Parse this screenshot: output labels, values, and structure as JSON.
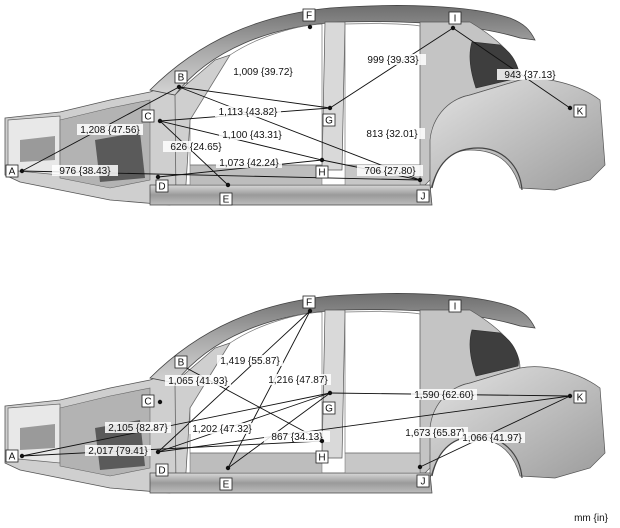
{
  "unit_label": "mm {in}",
  "points": [
    "A",
    "B",
    "C",
    "D",
    "E",
    "F",
    "G",
    "H",
    "I",
    "J",
    "K"
  ],
  "top_view": {
    "dimensions": [
      {
        "id": "A-B",
        "text": "1,208 {47.56}"
      },
      {
        "id": "A-J",
        "text": "976 {38.43}"
      },
      {
        "id": "B-G",
        "text": "1,009 {39.72}"
      },
      {
        "id": "C-G",
        "text": "1,113 {43.82}"
      },
      {
        "id": "C-H",
        "text": "1,100 {43.31}"
      },
      {
        "id": "C-E",
        "text": "626 {24.65}"
      },
      {
        "id": "D-H",
        "text": "1,073 {42.24}"
      },
      {
        "id": "G-I",
        "text": "999 {39.33}"
      },
      {
        "id": "B-J",
        "text": "813 {32.01}"
      },
      {
        "id": "H-J",
        "text": "706 {27.80}"
      },
      {
        "id": "I-K",
        "text": "943 {37.13}"
      }
    ]
  },
  "bottom_view": {
    "dimensions": [
      {
        "id": "D-F",
        "text": "1,419 {55.87}"
      },
      {
        "id": "B-H",
        "text": "1,065 {41.93}"
      },
      {
        "id": "E-F",
        "text": "1,216 {47.87}"
      },
      {
        "id": "E-G",
        "text": "1,202 {47.32}"
      },
      {
        "id": "D-G",
        "text": "867 {34.13}"
      },
      {
        "id": "A-G",
        "text": "2,105 {82.87}"
      },
      {
        "id": "A-H",
        "text": "2,017 {79.41}"
      },
      {
        "id": "G-K",
        "text": "1,590 {62.60}"
      },
      {
        "id": "D-K",
        "text": "1,673 {65.87}"
      },
      {
        "id": "J-K",
        "text": "1,066 {41.97}"
      }
    ]
  }
}
